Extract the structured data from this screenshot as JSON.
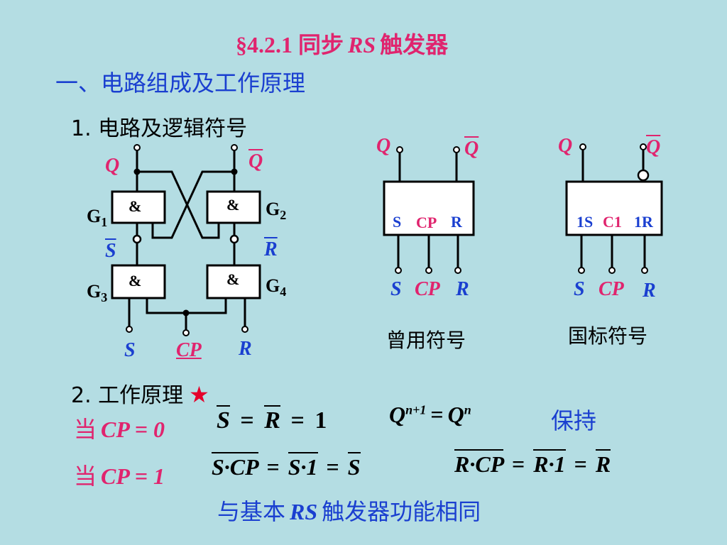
{
  "title": {
    "prefix": "§4.2.1 同步",
    "rs": "RS",
    "suffix": "触发器"
  },
  "section1": "一、电路组成及工作原理",
  "item1": "1. 电路及逻辑符号",
  "item2": "2. 工作原理",
  "star": "★",
  "circuit": {
    "gate_symbol": "&",
    "g1": "G",
    "g1_sub": "1",
    "g2": "G",
    "g2_sub": "2",
    "g3": "G",
    "g3_sub": "3",
    "g4": "G",
    "g4_sub": "4",
    "q": "Q",
    "qbar": "Q",
    "sbar": "S",
    "rbar": "R",
    "s": "S",
    "cp": "CP",
    "r": "R"
  },
  "symbol_common": {
    "q": "Q",
    "qbar": "Q",
    "in_s": "S",
    "in_cp": "CP",
    "in_r": "R",
    "pin_s": "S",
    "pin_cp": "CP",
    "pin_r": "R",
    "caption": "曾用符号"
  },
  "symbol_national": {
    "q": "Q",
    "qbar": "Q",
    "in_1s": "1S",
    "in_c1": "C1",
    "in_1r": "1R",
    "pin_s": "S",
    "pin_cp": "CP",
    "pin_r": "R",
    "caption": "国标符号"
  },
  "eq1": {
    "when": "当",
    "cond": "CP = 0",
    "lhs_s": "S",
    "eq": "=",
    "lhs_r": "R",
    "eq2": "=",
    "one": "1",
    "qn1": "Q",
    "qn1_sup": "n+1",
    "qeq": "=",
    "qn": "Q",
    "qn_sup": "n",
    "hold": "保持"
  },
  "eq2": {
    "when": "当",
    "cond": "CP = 1",
    "a_over": "S·CP",
    "a_eq1": "=",
    "a_mid": "S·1",
    "a_eq2": "=",
    "a_res": "S",
    "b_over": "R·CP",
    "b_eq1": "=",
    "b_mid": "R·1",
    "b_eq2": "=",
    "b_res": "R"
  },
  "conclusion": {
    "prefix": "与基本",
    "rs": "RS",
    "suffix": "触发器功能相同"
  }
}
